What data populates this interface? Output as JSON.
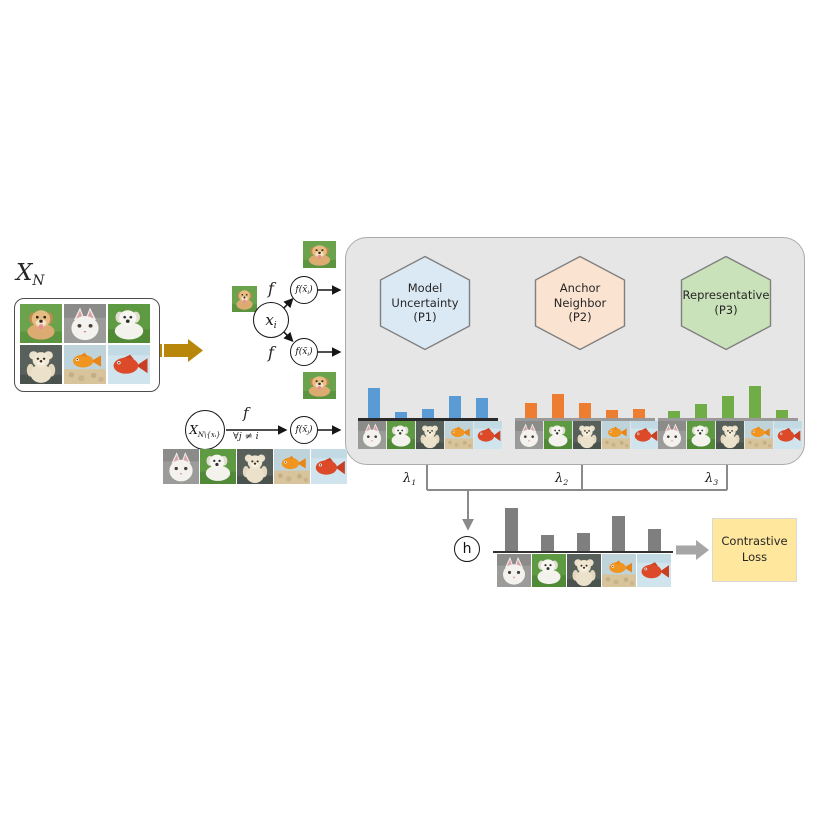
{
  "dataset": {
    "symbol": "X",
    "subscript": "N"
  },
  "encoder": {
    "anchor_base": "x",
    "anchor_sub": "i",
    "f_top": "f",
    "f_bottom": "f",
    "f_neighbors": "f",
    "view1_pre": "f(x̄",
    "view1_sub": "i",
    "view1_post": ")",
    "view2_pre": "f(x̃",
    "view2_sub": "i",
    "view2_post": ")",
    "neighbors_base": "X",
    "neighbors_sub": "N\\{xᵢ}",
    "neighbor_view_pre": "f(x̃",
    "neighbor_view_sub": "j",
    "neighbor_view_post": ")",
    "forall": "∀j ≠ i"
  },
  "priors": [
    {
      "lines": [
        "Model",
        "Uncertainty",
        "(P1)"
      ],
      "fill": "#DBE9F5"
    },
    {
      "lines": [
        "Anchor",
        "Neighbor",
        "(P2)"
      ],
      "fill": "#FBE3D2"
    },
    {
      "lines": [
        "Representative",
        "(P3)",
        ""
      ],
      "fill": "#C9E2B9"
    }
  ],
  "lambdas": [
    {
      "base": "λ",
      "sub": "1"
    },
    {
      "base": "λ",
      "sub": "2"
    },
    {
      "base": "λ",
      "sub": "3"
    }
  ],
  "aggregator_label": "h",
  "loss": {
    "line1": "Contrastive",
    "line2": "Loss",
    "fill": "#FFE79E"
  },
  "colors": {
    "p1_bars": "#5B9BD5",
    "p2_bars": "#ED7D31",
    "p3_bars": "#70AD47",
    "combined_bars": "#7F7F7F",
    "pool_background": "#E7E6E6",
    "flow_arrow": "#B8860B",
    "block_arrow": "#A6A6A6"
  },
  "images": {
    "dataset_grid": [
      "golden-puppy",
      "white-cat",
      "white-dog",
      "teddy-bear",
      "goldfish",
      "red-fish"
    ],
    "candidates": [
      "white-cat",
      "white-dog",
      "teddy-bear",
      "goldfish",
      "red-fish"
    ],
    "anchor": [
      "golden-puppy"
    ],
    "augmented_view_1": [
      "golden-puppy"
    ],
    "augmented_view_2": [
      "golden-puppy"
    ]
  },
  "chart_data": [
    {
      "type": "bar",
      "id": "p1-model-uncertainty",
      "categories": [
        "white-cat",
        "white-dog",
        "teddy-bear",
        "goldfish",
        "red-fish"
      ],
      "values": [
        1.0,
        0.2,
        0.3,
        0.72,
        0.67
      ],
      "color": "#5B9BD5"
    },
    {
      "type": "bar",
      "id": "p2-anchor-neighbor",
      "categories": [
        "white-cat",
        "white-dog",
        "teddy-bear",
        "goldfish",
        "red-fish"
      ],
      "values": [
        0.63,
        1.0,
        0.63,
        0.33,
        0.38
      ],
      "color": "#ED7D31"
    },
    {
      "type": "bar",
      "id": "p3-representative",
      "categories": [
        "white-cat",
        "white-dog",
        "teddy-bear",
        "goldfish",
        "red-fish"
      ],
      "values": [
        0.22,
        0.44,
        0.69,
        1.0,
        0.25
      ],
      "color": "#70AD47"
    },
    {
      "type": "bar",
      "id": "combined-weights",
      "categories": [
        "white-cat",
        "white-dog",
        "teddy-bear",
        "goldfish",
        "red-fish"
      ],
      "values": [
        1.0,
        0.37,
        0.42,
        0.81,
        0.51
      ],
      "color": "#7F7F7F"
    }
  ]
}
